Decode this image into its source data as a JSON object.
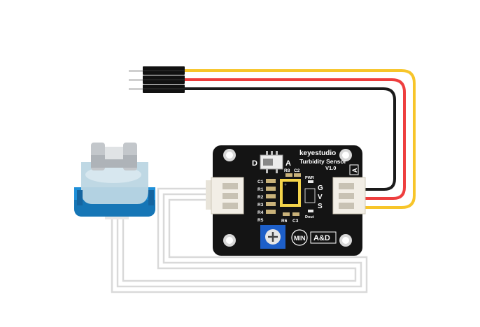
{
  "board": {
    "brand": "keyestudio",
    "name": "Turbidity Sensor",
    "version": "V1.0",
    "switch_left": "D",
    "switch_right": "A",
    "output_mark": "A",
    "pin_g": "G",
    "pin_v": "V",
    "pin_s": "S",
    "pwr_led": "PWR",
    "dout_led": "Dout",
    "r8": "R8",
    "c2": "C2",
    "c1": "C1",
    "r1": "R1",
    "r2": "R2",
    "r3": "R3",
    "r4": "R4",
    "r5": "R5",
    "r6": "R6",
    "c3": "C3",
    "min_label": "MIN",
    "ad_label": "A&D"
  },
  "colors": {
    "pcb": "#141414",
    "wire_yellow": "#f7c52a",
    "wire_red": "#ee3e3e",
    "wire_black": "#1a1a1a",
    "connector": "#f2eee6",
    "sensor_blue": "#1e8fd8",
    "potentiometer": "#1d5fc9",
    "ribbon": "#dcdcdc"
  }
}
